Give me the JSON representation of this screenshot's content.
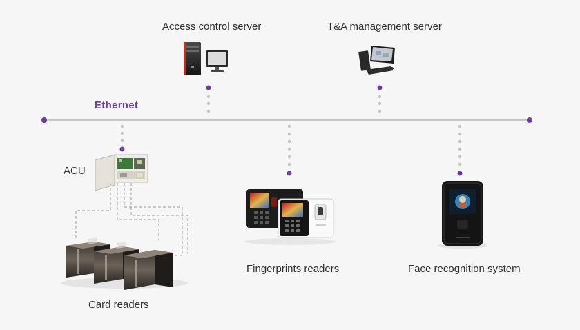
{
  "network": {
    "bus_label": "Ethernet",
    "accent_color": "#6b3f9e",
    "line_color": "#c9c9c9"
  },
  "nodes": {
    "access_control_server": {
      "label": "Access control server",
      "icons": [
        "server-tower-icon",
        "monitor-icon"
      ]
    },
    "ta_management_server": {
      "label": "T&A management server",
      "icons": [
        "workstation-icon"
      ]
    },
    "acu": {
      "label": "ACU",
      "icons": [
        "control-panel-icon"
      ]
    },
    "card_readers": {
      "label": "Card readers",
      "icons": [
        "speed-gate-icon"
      ]
    },
    "fingerprint_readers": {
      "label": "Fingerprints readers",
      "icons": [
        "fingerprint-terminal-icon"
      ]
    },
    "face_recognition": {
      "label": "Face recognition system",
      "icons": [
        "face-terminal-icon"
      ]
    }
  }
}
